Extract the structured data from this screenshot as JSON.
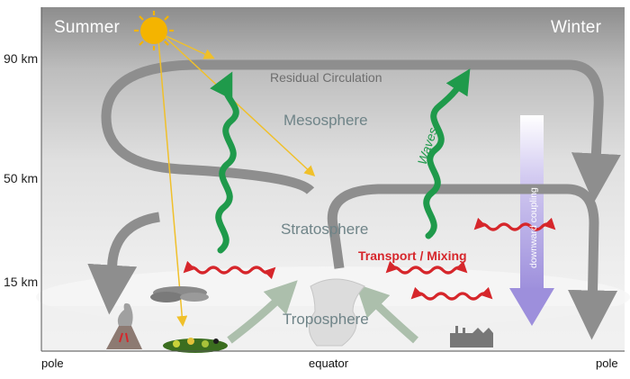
{
  "seasons": {
    "left": "Summer",
    "right": "Winter"
  },
  "altitudes": {
    "top": "90 km",
    "mid": "50 km",
    "low": "15 km"
  },
  "axis": {
    "left": "pole",
    "center": "equator",
    "right": "pole"
  },
  "layers": {
    "mesosphere": "Mesosphere",
    "stratosphere": "Stratosphere",
    "troposphere": "Troposphere"
  },
  "labels": {
    "residual": "Residual Circulation",
    "waves": "Waves",
    "transport": "Transport / Mixing",
    "downward": "downward coupling"
  },
  "colors": {
    "circulation": "#8e8e8e",
    "waves": "#1f9a4b",
    "transport": "#d6262b",
    "downward": "#a99be0",
    "sun": "#f4b400",
    "sunray": "#f0c02a",
    "tropo_arrow": "#a9bda9"
  },
  "icons": [
    "sun-icon",
    "volcano-icon",
    "cloud-icon",
    "vegetation-icon",
    "storm-cloud-icon",
    "factory-icon"
  ]
}
